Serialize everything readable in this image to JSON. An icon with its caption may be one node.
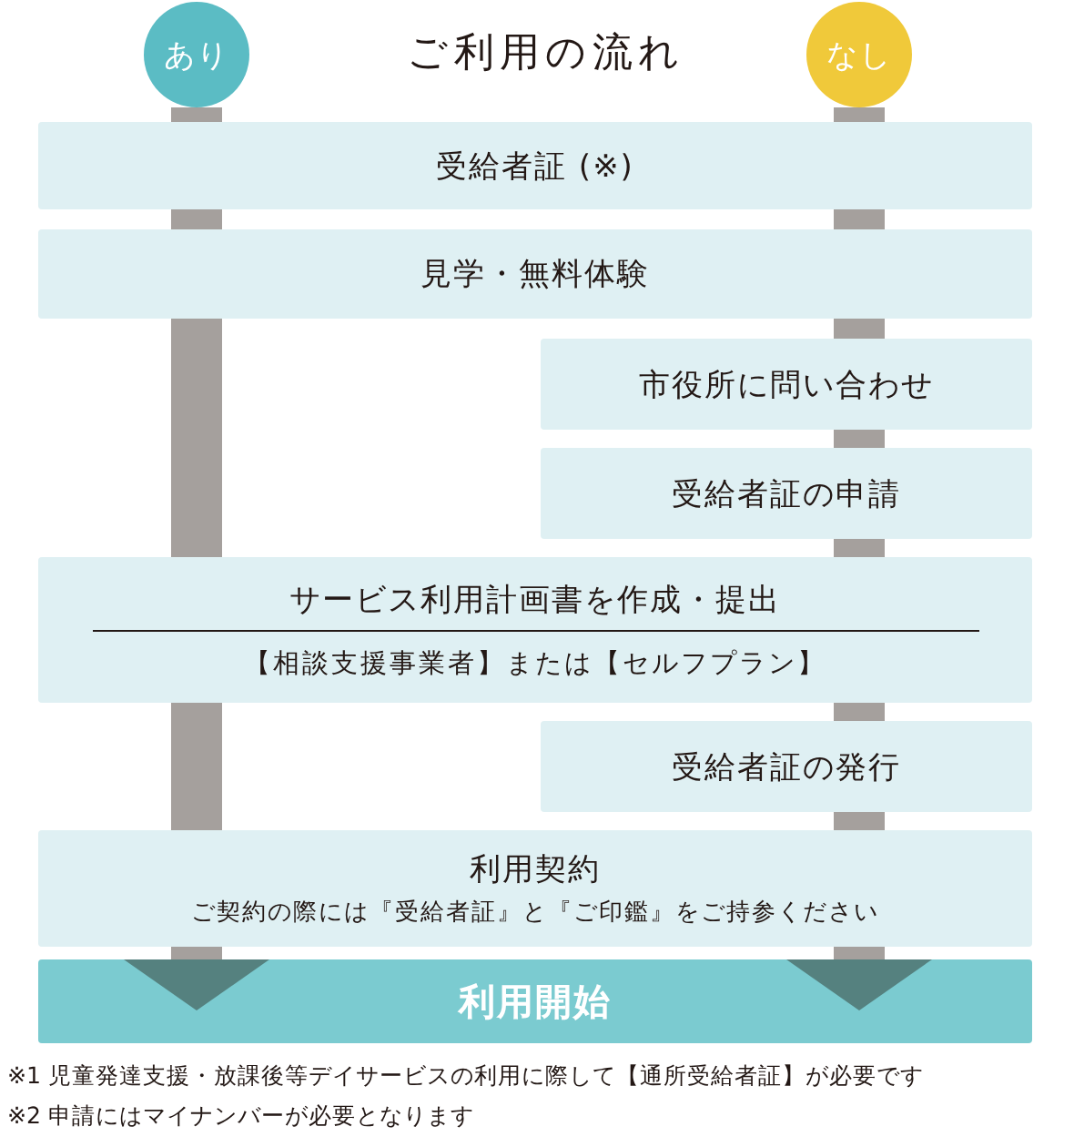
{
  "diagram": {
    "title": "ご利用の流れ",
    "nodes": [
      {
        "text": [
          "あり"
        ]
      },
      {
        "text": [
          "なし"
        ]
      },
      {
        "text": [
          "受給者証 (※)"
        ]
      },
      {
        "text": [
          "見学・無料体験"
        ]
      },
      {
        "text": [
          "市役所に問い合わせ"
        ]
      },
      {
        "text": [
          "受給者証の申請"
        ]
      },
      {
        "text": [
          "サービス利用計画書を作成・提出",
          "【相談支援事業者】または【セルフプラン】"
        ]
      },
      {
        "text": [
          "受給者証の発行"
        ]
      },
      {
        "text": [
          "利用契約",
          "ご契約の際には『受給者証』と『ご印鑑』をご持参ください"
        ]
      },
      {
        "text": [
          "利用開始"
        ]
      }
    ],
    "edges": [
      {
        "from": 0,
        "to": 2,
        "arrow": "none"
      },
      {
        "from": 2,
        "to": 3,
        "arrow": "none"
      },
      {
        "from": 3,
        "to": 6,
        "arrow": "none"
      },
      {
        "from": 6,
        "to": 8,
        "arrow": "none"
      },
      {
        "from": 8,
        "to": 9,
        "arrow": "to"
      },
      {
        "from": 1,
        "to": 2,
        "arrow": "none"
      },
      {
        "from": 2,
        "to": 3,
        "arrow": "none"
      },
      {
        "from": 3,
        "to": 4,
        "arrow": "none"
      },
      {
        "from": 4,
        "to": 5,
        "arrow": "none"
      },
      {
        "from": 5,
        "to": 6,
        "arrow": "none"
      },
      {
        "from": 6,
        "to": 7,
        "arrow": "none"
      },
      {
        "from": 7,
        "to": 8,
        "arrow": "none"
      },
      {
        "from": 8,
        "to": 9,
        "arrow": "to"
      }
    ],
    "labels": [
      "※1 児童発達支援・放課後等デイサービスの利用に際して【通所受給者証】が必要です",
      "※2 申請にはマイナンバーが必要となります"
    ]
  }
}
